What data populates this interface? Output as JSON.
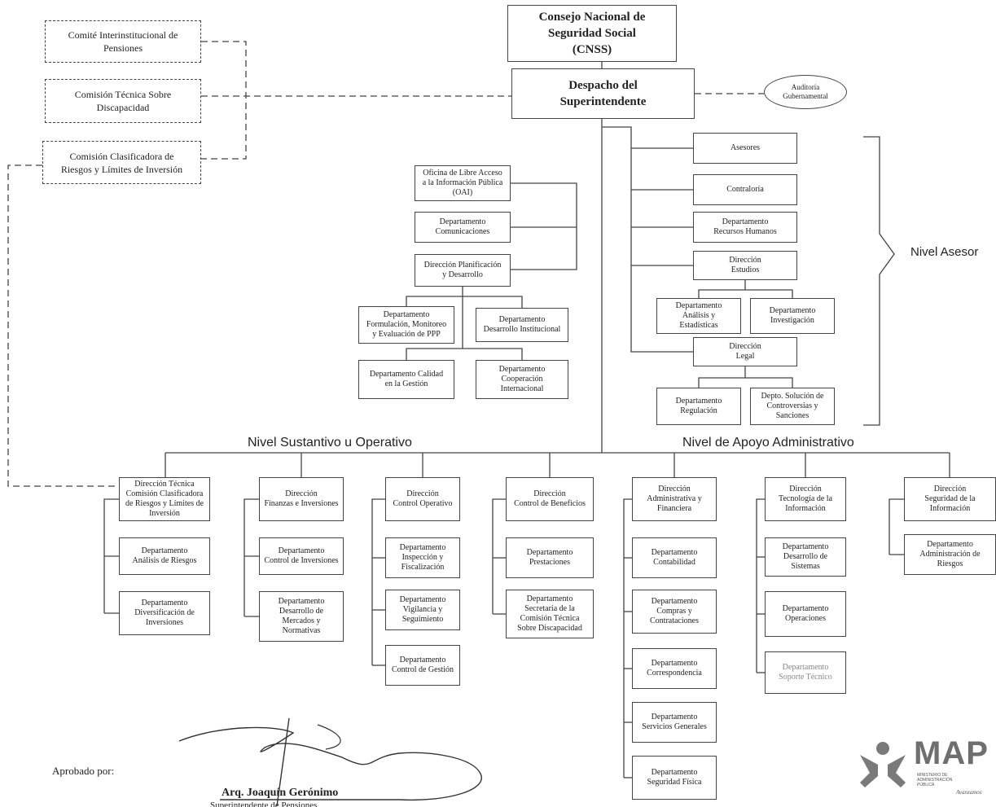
{
  "top": {
    "cnss": "Consejo Nacional de\nSeguridad Social\n(CNSS)",
    "despacho": "Despacho del\nSuperintendente",
    "auditoria": "Auditoría\nGubernamental"
  },
  "commissions": [
    "Comité Interinstitucional de\nPensiones",
    "Comisión Técnica Sobre\nDiscapacidad",
    "Comisión Clasificadora de\nRiesgos y Límites de Inversión"
  ],
  "advisory": {
    "level_label": "Nivel Asesor",
    "right": {
      "asesores": "Asesores",
      "contraloria": "Contraloría",
      "rrhh": "Departamento\nRecursos Humanos",
      "estudios": "Dirección\nEstudios",
      "analisis": "Departamento\nAnálisis y\nEstadísticas",
      "investigacion": "Departamento\nInvestigación",
      "legal": "Dirección\nLegal",
      "regulacion": "Departamento\nRegulación",
      "controversias": "Depto. Solución de\nControversias y\nSanciones"
    },
    "left": {
      "oai": "Oficina de Libre Acceso\na la Información Pública\n(OAI)",
      "comunicaciones": "Departamento\nComunicaciones",
      "planificacion": "Dirección Planificación\ny Desarrollo",
      "formulacion": "Departamento\nFormulación, Monitoreo\ny Evaluación de PPP",
      "desarrollo_inst": "Departamento\nDesarrollo Institucional",
      "calidad": "Departamento Calidad\nen la Gestión",
      "cooperacion": "Departamento\nCooperación\nInternacional"
    }
  },
  "level_labels": {
    "sustantivo": "Nivel Sustantivo u Operativo",
    "apoyo": "Nivel de Apoyo Administrativo"
  },
  "columns": [
    {
      "head": "Dirección Técnica\nComisión Clasificadora\nde Riesgos y Límites de\nInversión",
      "children": [
        "Departamento\nAnálisis de Riesgos",
        "Departamento\nDiversificación de\nInversiones"
      ]
    },
    {
      "head": "Dirección\nFinanzas e Inversiones",
      "children": [
        "Departamento\nControl de Inversiones",
        "Departamento\nDesarrollo de\nMercados y\nNormativas"
      ]
    },
    {
      "head": "Dirección\nControl Operativo",
      "children": [
        "Departamento\nInspección y\nFiscalización",
        "Departamento\nVigilancia y\nSeguimiento",
        "Departamento\nControl de Gestión"
      ]
    },
    {
      "head": "Dirección\nControl de Beneficios",
      "children": [
        "Departamento\nPrestaciones",
        "Departamento\nSecretaría de la\nComisión Técnica\nSobre Discapacidad"
      ]
    },
    {
      "head": "Dirección\nAdministrativa y\nFinanciera",
      "children": [
        "Departamento\nContabilidad",
        "Departamento\nCompras y\nContrataciones",
        "Departamento\nCorrespondencia",
        "Departamento\nServicios Generales",
        "Departamento\nSeguridad Física"
      ]
    },
    {
      "head": "Dirección\nTecnología de la\nInformación",
      "children": [
        "Departamento\nDesarrollo de Sistemas",
        "Departamento\nOperaciones",
        "Departamento\nSoporte Técnico"
      ]
    },
    {
      "head": "Dirección\nSeguridad de la\nInformación",
      "children": [
        "Departamento\nAdministración de\nRiesgos"
      ]
    }
  ],
  "footer": {
    "approved_by": "Aprobado por:",
    "name": "Arq. Joaquín Gerónimo",
    "title": "Superintendente de Pensiones",
    "logo_text": "MAP",
    "logo_sub": "MINISTERIO DE\nADMINISTRACIÓN\nPÚBLICA",
    "logo_tag": "Avanzamos"
  }
}
